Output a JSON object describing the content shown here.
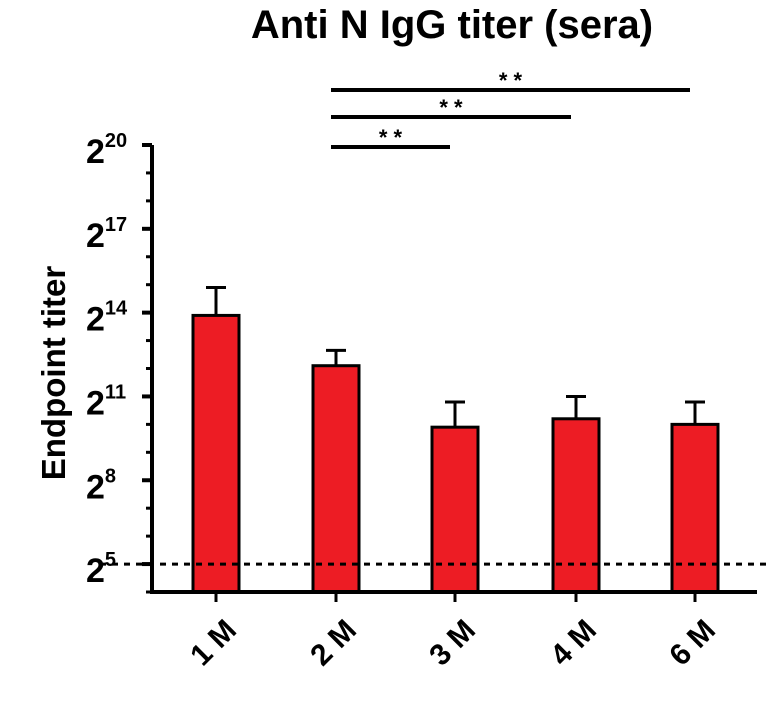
{
  "chart_data": {
    "type": "bar",
    "title": "Anti N IgG titer (sera)",
    "ylabel": "Endpoint titer",
    "xlabel": "",
    "y_scale": "log2",
    "ylim_exponent": [
      4,
      20
    ],
    "y_ticks": [
      {
        "base": "2",
        "exp": "20"
      },
      {
        "base": "2",
        "exp": "17"
      },
      {
        "base": "2",
        "exp": "14"
      },
      {
        "base": "2",
        "exp": "11"
      },
      {
        "base": "2",
        "exp": "8"
      },
      {
        "base": "2",
        "exp": "5"
      }
    ],
    "y_tick_exponents": [
      20,
      17,
      14,
      11,
      8,
      5
    ],
    "categories": [
      "1 M",
      "2 M",
      "3 M",
      "4 M",
      "6 M"
    ],
    "values_exponent": [
      13.9,
      12.1,
      9.9,
      10.2,
      10.0
    ],
    "error_exponent": [
      1.0,
      0.55,
      0.9,
      0.8,
      0.8
    ],
    "detection_limit_exponent": 5,
    "significance": [
      {
        "from": "2 M",
        "to": "3 M",
        "label": "* *"
      },
      {
        "from": "2 M",
        "to": "4 M",
        "label": "* *"
      },
      {
        "from": "2 M",
        "to": "6 M",
        "label": "* *"
      }
    ],
    "colors": {
      "bar": "#ed1c24",
      "outline": "#000000"
    },
    "grid": false,
    "legend": "none"
  }
}
